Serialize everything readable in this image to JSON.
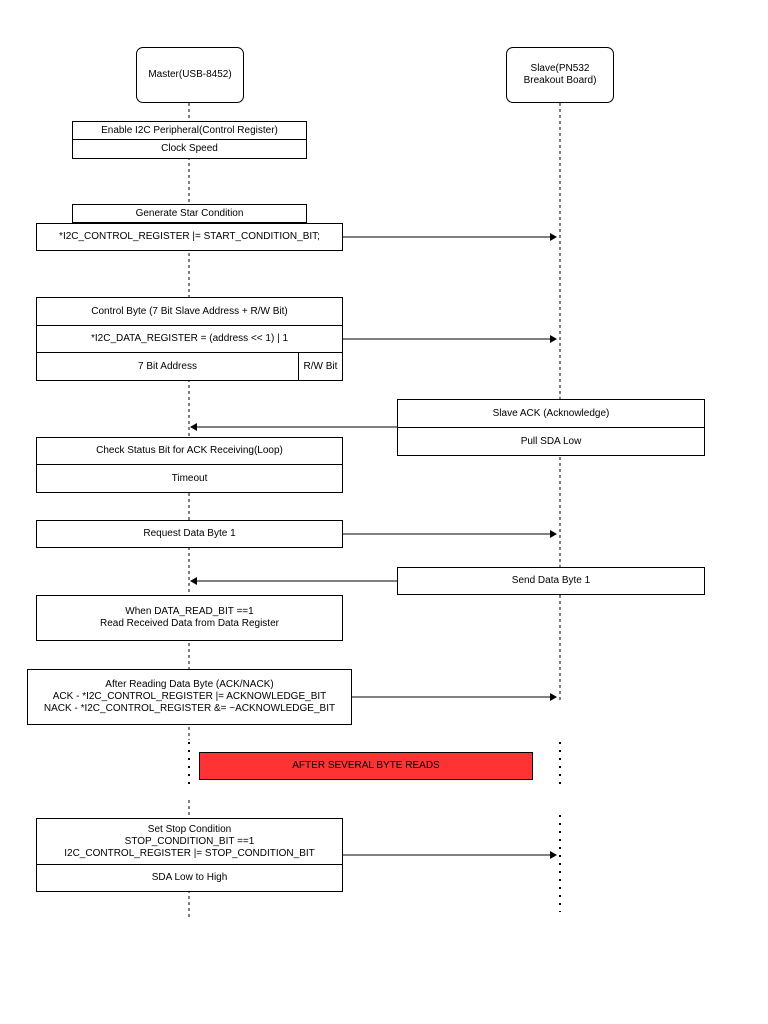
{
  "actors": {
    "master": "Master(USB-8452)",
    "slave_line1": "Slave(PN532",
    "slave_line2": "Breakout Board)"
  },
  "steps": {
    "enable_i2c": "Enable I2C Peripheral(Control Register)",
    "clock_speed": "Clock Speed",
    "generate_start": "Generate Star Condition",
    "start_code": "*I2C_CONTROL_REGISTER |= START_CONDITION_BIT;",
    "control_byte": "Control Byte (7 Bit Slave Address + R/W Bit)",
    "data_register_code": "*I2C_DATA_REGISTER = (address << 1) | 1",
    "seven_bit_address": "7 Bit Address",
    "rw_bit": "R/W Bit",
    "slave_ack": "Slave ACK (Acknowledge)",
    "pull_sda_low": "Pull SDA Low",
    "check_status": "Check Status Bit for ACK Receiving(Loop)",
    "timeout": "Timeout",
    "request_data": "Request Data Byte 1",
    "send_data": "Send Data Byte 1",
    "when_data_line1": "When DATA_READ_BIT ==1",
    "when_data_line2": "Read Received Data from Data Register",
    "after_read_line1": "After Reading Data Byte (ACK/NACK)",
    "after_read_line2": "ACK - *I2C_CONTROL_REGISTER |= ACKNOWLEDGE_BIT",
    "after_read_line3": "NACK - *I2C_CONTROL_REGISTER &= ~ACKNOWLEDGE_BIT",
    "several_reads": "AFTER SEVERAL BYTE READS",
    "stop_line1": "Set Stop Condition",
    "stop_line2": "STOP_CONDITION_BIT ==1",
    "stop_line3": "I2C_CONTROL_REGISTER |= STOP_CONDITION_BIT",
    "sda_low_high": "SDA Low to High"
  },
  "colors": {
    "banner": "#ff3333",
    "line": "#000000"
  }
}
